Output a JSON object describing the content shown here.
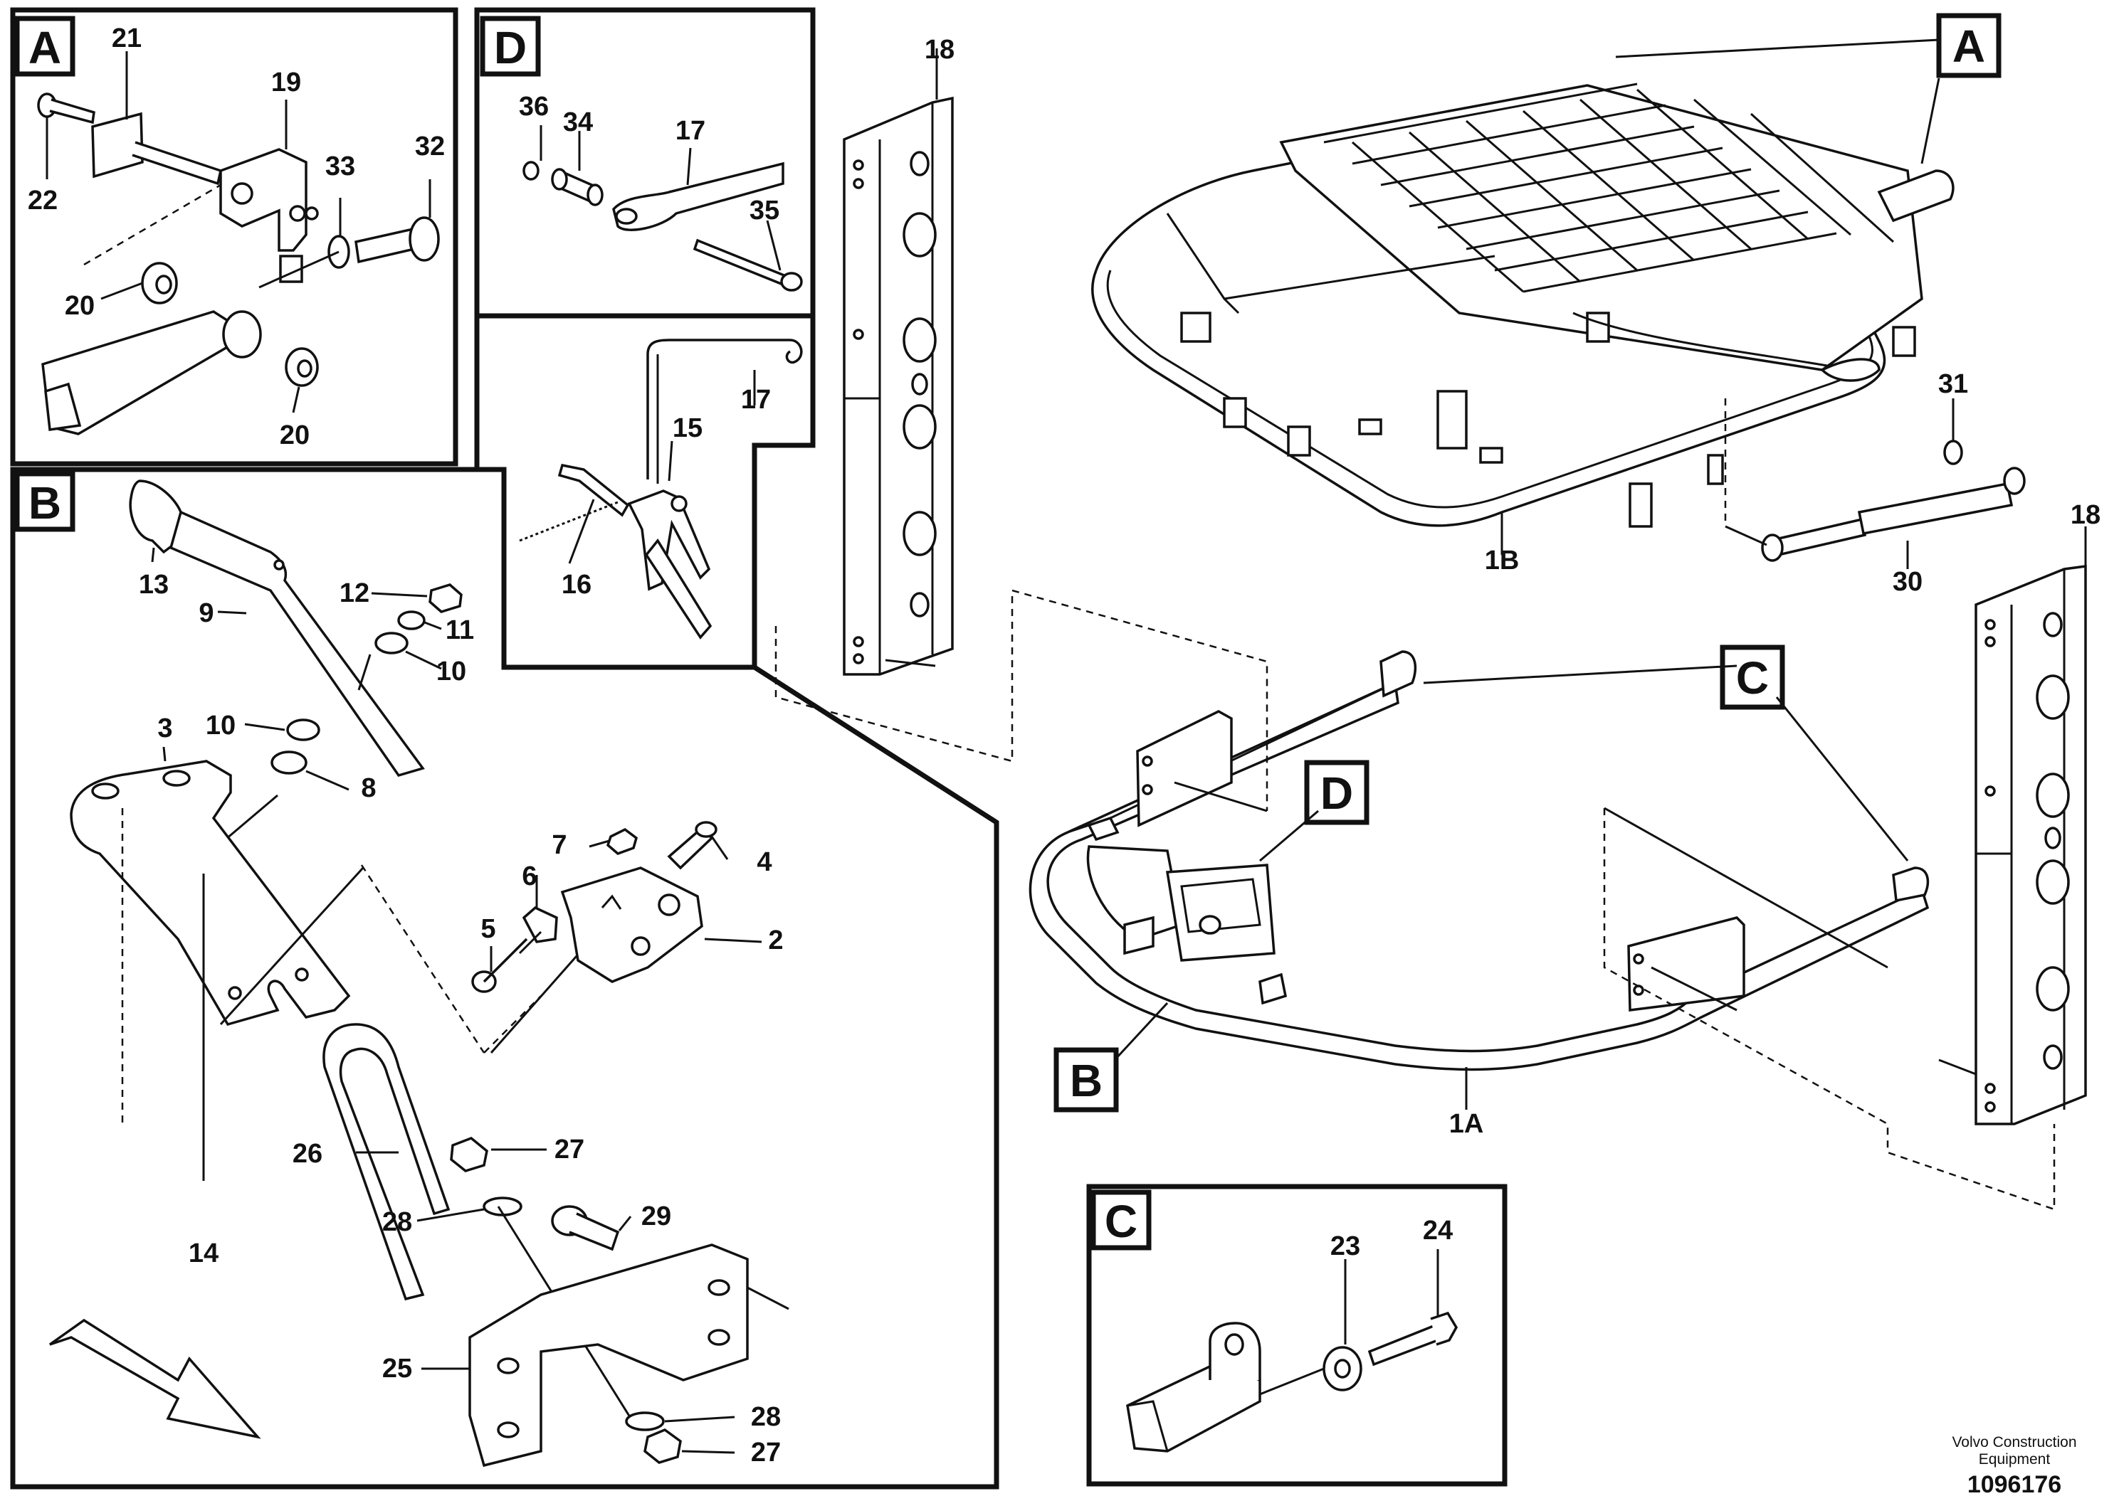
{
  "diagram": {
    "publisher": "Volvo Construction Equipment",
    "publisher_line1": "Volvo Construction",
    "publisher_line2": "Equipment",
    "drawing_number": "1096176",
    "panels": {
      "A": "A",
      "B": "B",
      "C": "C",
      "D": "D"
    },
    "callouts": {
      "A": "A",
      "B": "B",
      "C": "C",
      "D": "D"
    },
    "labels": {
      "p1A": "1A",
      "p1B": "1B",
      "p2": "2",
      "p3": "3",
      "p4": "4",
      "p5": "5",
      "p6": "6",
      "p7": "7",
      "p8": "8",
      "p9": "9",
      "p10a": "10",
      "p10b": "10",
      "p11": "11",
      "p12": "12",
      "p13": "13",
      "p14": "14",
      "p15": "15",
      "p16": "16",
      "p17a": "17",
      "p17b": "17",
      "p18a": "18",
      "p18b": "18",
      "p19": "19",
      "p20a": "20",
      "p20b": "20",
      "p21": "21",
      "p22": "22",
      "p23": "23",
      "p24": "24",
      "p25": "25",
      "p26": "26",
      "p27a": "27",
      "p27b": "27",
      "p28a": "28",
      "p28b": "28",
      "p29": "29",
      "p30": "30",
      "p31": "31",
      "p32": "32",
      "p33": "33",
      "p34": "34",
      "p35": "35",
      "p36": "36"
    }
  }
}
